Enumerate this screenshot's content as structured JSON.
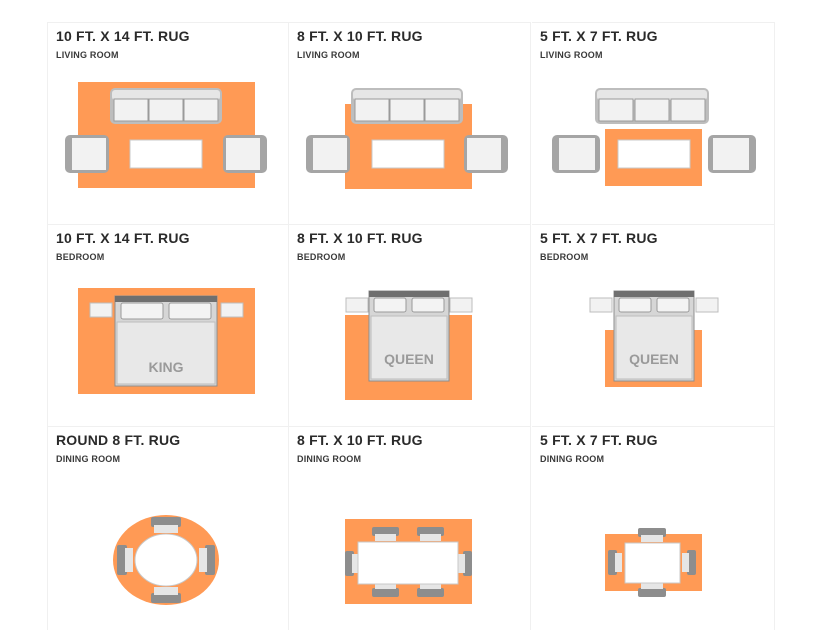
{
  "colors": {
    "rug": "#FF9A55",
    "furniture": "#d9d9d9",
    "furniture_dark": "#6f6f6f",
    "text": "#2a2a2a"
  },
  "cells": [
    {
      "title": "10 FT. X 14 FT. RUG",
      "room": "LIVING ROOM"
    },
    {
      "title": "8 FT. X 10 FT. RUG",
      "room": "LIVING ROOM"
    },
    {
      "title": "5 FT. X 7 FT. RUG",
      "room": "LIVING ROOM"
    },
    {
      "title": "10 FT. X 14 FT. RUG",
      "room": "BEDROOM",
      "bed_label": "KING"
    },
    {
      "title": "8 FT. X 10 FT. RUG",
      "room": "BEDROOM",
      "bed_label": "QUEEN"
    },
    {
      "title": "5 FT. X 7 FT. RUG",
      "room": "BEDROOM",
      "bed_label": "QUEEN"
    },
    {
      "title": "ROUND 8 FT. RUG",
      "room": "DINING ROOM"
    },
    {
      "title": "8 FT. X 10 FT. RUG",
      "room": "DINING ROOM"
    },
    {
      "title": "5 FT. X 7 FT. RUG",
      "room": "DINING ROOM"
    }
  ]
}
